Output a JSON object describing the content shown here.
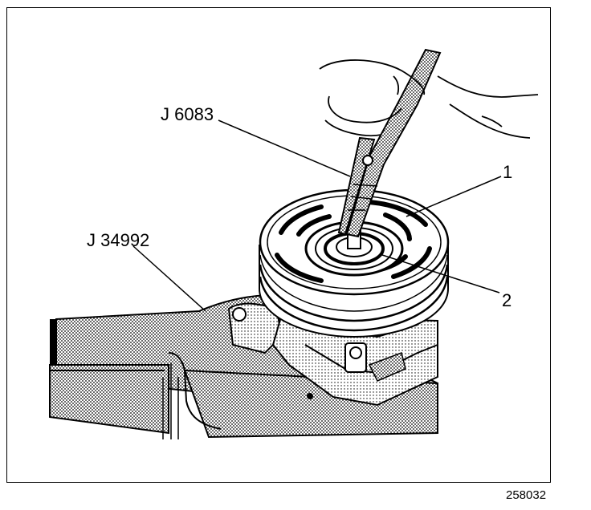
{
  "labels": {
    "tool_pliers": "J 6083",
    "tool_holding_fixture": "J 34992",
    "callout_1": "1",
    "callout_2": "2"
  },
  "figure_id": "258032"
}
